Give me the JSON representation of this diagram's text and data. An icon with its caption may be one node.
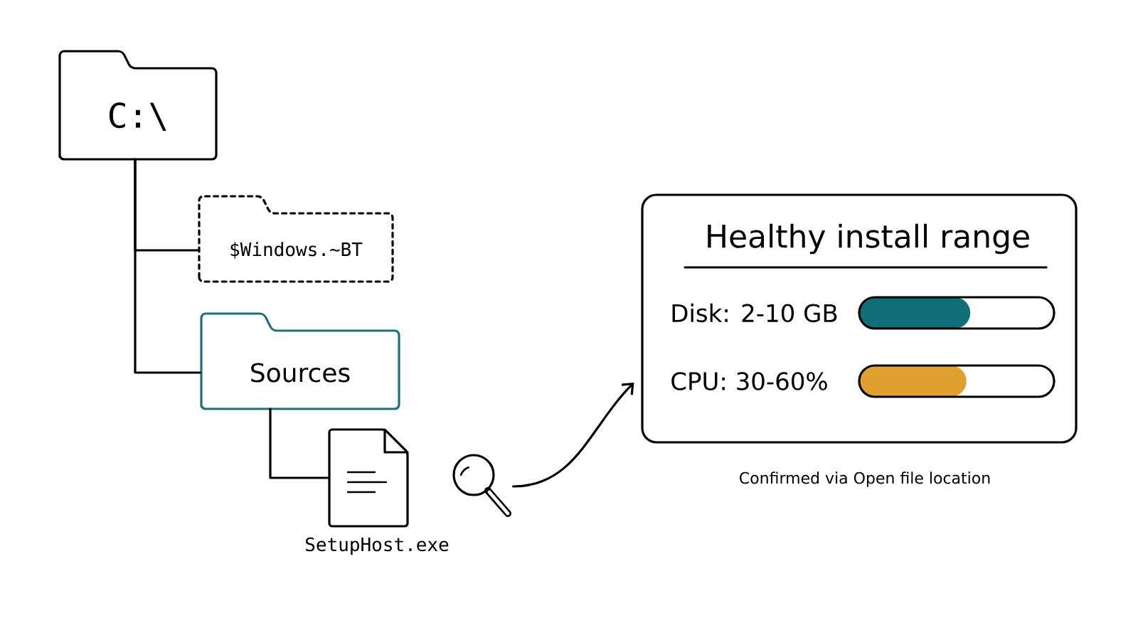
{
  "diagram": {
    "nodes": [
      {
        "text": [
          "C:\\"
        ]
      },
      {
        "text": [
          "$Windows.~BT"
        ]
      },
      {
        "text": [
          "Sources"
        ]
      },
      {
        "text": [],
        "shape": "document",
        "beside": [
          "SetupHost.exe"
        ]
      },
      {
        "text": [],
        "shape": "magnifier"
      },
      {
        "text": [
          "Healthy install range"
        ]
      }
    ],
    "edges": [
      {
        "from": 0,
        "to": 1,
        "arrow": "none"
      },
      {
        "from": 0,
        "to": 2,
        "arrow": "none"
      },
      {
        "from": 2,
        "to": 3,
        "arrow": "none"
      },
      {
        "from": 4,
        "to": 5,
        "arrow": "to"
      }
    ],
    "labels": [
      "Disk: 2-10 GB",
      "CPU: 30-60%",
      "Confirmed via Open file location"
    ]
  }
}
